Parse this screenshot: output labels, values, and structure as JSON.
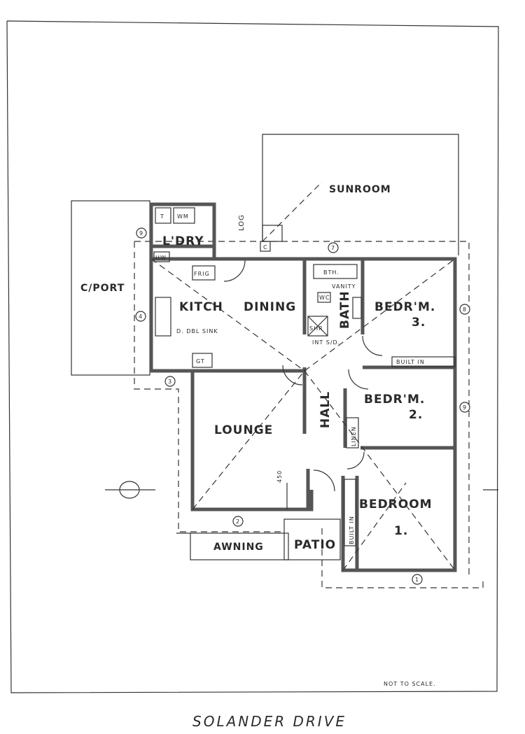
{
  "plan": {
    "rooms": {
      "sunroom": "SUNROOM",
      "cport": "C/PORT",
      "ldry": "L'DRY",
      "log": "LOG",
      "kitchen": "KITCH",
      "dining": "DINING",
      "bath": "BATH",
      "bed3": "BEDR'M.",
      "bed3_num": "3.",
      "bed2": "BEDR'M.",
      "bed2_num": "2.",
      "hall": "HALL",
      "lounge": "LOUNGE",
      "bedroom": "BEDROOM",
      "bedroom_num": "1.",
      "awning": "AWNING",
      "patio": "PATIO"
    },
    "fixtures": {
      "t": "T",
      "wm": "WM",
      "hw": "HW",
      "fridge": "FRIG",
      "sink": "D. DBL SINK",
      "gt": "GT",
      "bth": "BTH.",
      "vanity": "VANITY",
      "wc": "WC",
      "shr": "SHR",
      "int_sd": "INT S/D.",
      "built_in_top": "BUILT IN",
      "built_in_side": "BUILT IN",
      "linen": "LINEN",
      "c": "C",
      "dim_450": "450"
    },
    "markers": [
      "9",
      "7",
      "4",
      "3",
      "2",
      "1",
      "8",
      "9"
    ],
    "note": "NOT TO SCALE.",
    "street": "SOLANDER DRIVE"
  }
}
